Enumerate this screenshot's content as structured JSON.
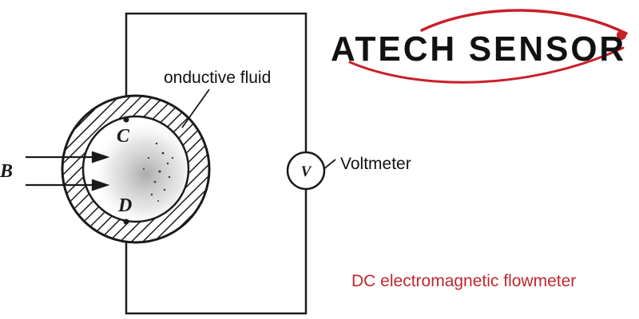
{
  "diagram": {
    "labels": {
      "electrode_top": "C",
      "electrode_bottom": "D",
      "magnetic_field": "B",
      "meter_symbol": "V",
      "fluid": "onductive fluid",
      "voltmeter": "Voltmeter"
    },
    "caption": "DC electromagnetic flowmeter"
  },
  "logo": {
    "text": "ATECH SENSOR",
    "colors": {
      "text": "#111111",
      "swoosh": "#c8202a"
    }
  },
  "colors": {
    "line": "#1a1a1a",
    "caption": "#c0282d"
  }
}
